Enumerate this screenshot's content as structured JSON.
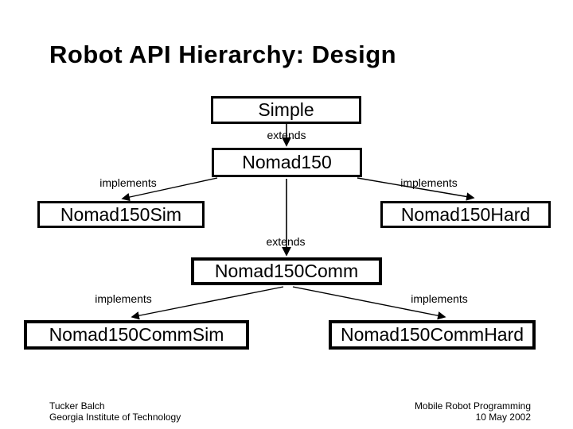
{
  "slide": {
    "title": "Robot API Hierarchy: Design",
    "diagram": {
      "nodes": {
        "simple": "Simple",
        "nomad150": "Nomad150",
        "nomad150sim": "Nomad150Sim",
        "nomad150hard": "Nomad150Hard",
        "nomad150comm": "Nomad150Comm",
        "nomad150commsim": "Nomad150CommSim",
        "nomad150commhard": "Nomad150CommHard"
      },
      "edge_labels": {
        "extends_top": "extends",
        "implements_sim": "implements",
        "implements_hard": "implements",
        "extends_comm": "extends",
        "implements_commsim": "implements",
        "implements_commhard": "implements"
      }
    },
    "footer": {
      "author": "Tucker Balch",
      "affiliation": "Georgia Institute of Technology",
      "course": "Mobile Robot Programming",
      "date": "10 May 2002"
    },
    "colors": {
      "background": "#ffffff",
      "foreground": "#000000"
    }
  }
}
